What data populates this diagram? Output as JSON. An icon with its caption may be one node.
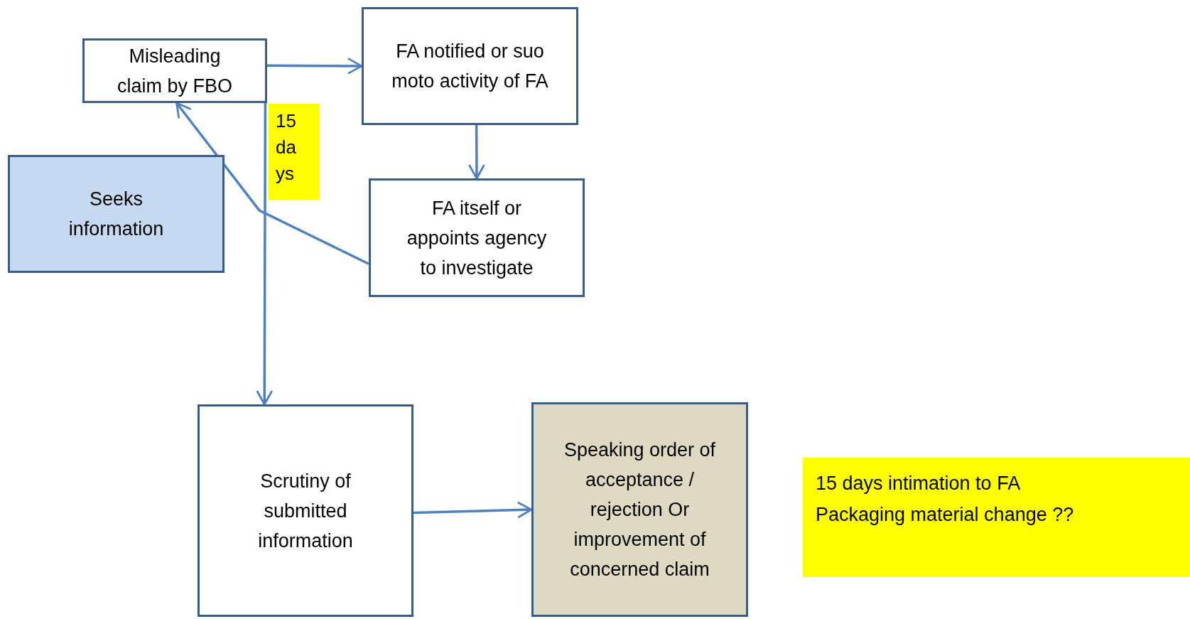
{
  "diagram": {
    "nodes": [
      {
        "text": [
          "Misleading claim by FBO"
        ]
      },
      {
        "text": [
          "FA notified or suo moto activity of FA"
        ]
      },
      {
        "text": [
          "FA itself or appoints agency to investigate"
        ]
      },
      {
        "text": [
          "Seeks information"
        ]
      },
      {
        "text": [
          "Scrutiny of submitted information"
        ]
      },
      {
        "text": [
          "Speaking order of acceptance / rejection Or improvement of concerned claim"
        ]
      },
      {
        "text": [
          "15 days intimation to FA Packaging material change ??"
        ]
      },
      {
        "text": [
          "15 days"
        ]
      }
    ],
    "edges": [
      {
        "from": 0,
        "to": 1,
        "arrow": "to"
      },
      {
        "from": 1,
        "to": 2,
        "arrow": "to"
      },
      {
        "from": 2,
        "to": 0,
        "arrow": "to"
      },
      {
        "from": 0,
        "to": 4,
        "arrow": "to"
      },
      {
        "from": 4,
        "to": 5,
        "arrow": "to"
      }
    ]
  }
}
